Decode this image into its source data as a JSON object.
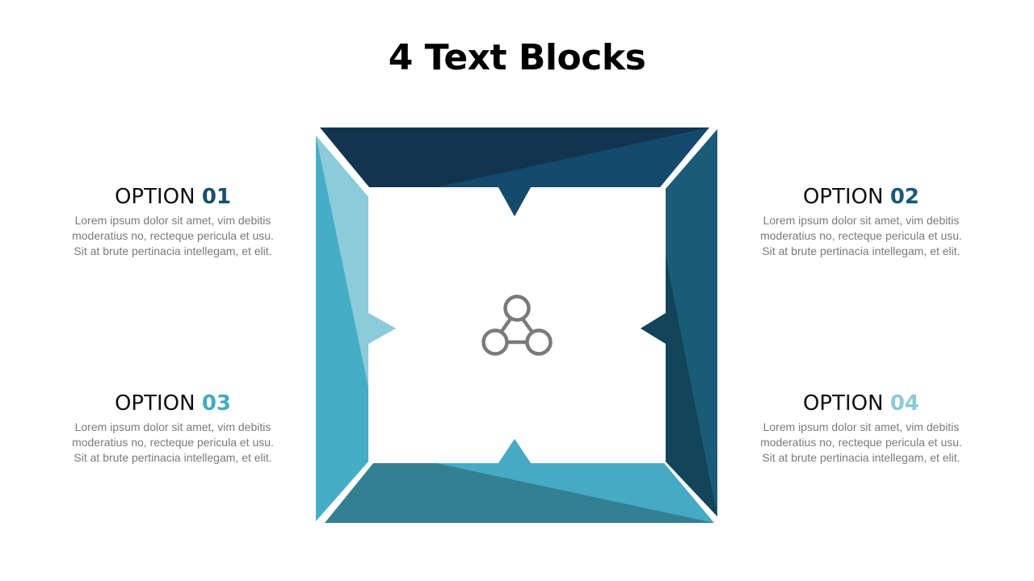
{
  "title": "4 Text Blocks",
  "colors": {
    "top_dark": "#12344f",
    "top_light": "#144a6b",
    "right_main": "#1a5c78",
    "right_dark": "#13445a",
    "bottom_main": "#348093",
    "bottom_light": "#45aac3",
    "left_main": "#45aec6",
    "left_light": "#8ccbd9",
    "icon": "#7a7a7a",
    "opt1": "#1c4f6e",
    "opt2": "#1d5a77",
    "opt3": "#45aac3",
    "opt4": "#8cc9d8"
  },
  "center_icon": "three-connected-circles-icon",
  "options": [
    {
      "label": "OPTION",
      "number": "01",
      "lines": [
        "Lorem ipsum dolor sit amet, vim debitis",
        "moderatius no, recteque pericula et usu.",
        "Sit at brute pertinacia intellegam, et elit."
      ]
    },
    {
      "label": "OPTION",
      "number": "02",
      "lines": [
        "Lorem ipsum dolor sit amet, vim debitis",
        "moderatius no, recteque pericula et usu.",
        "Sit at brute pertinacia intellegam, et elit."
      ]
    },
    {
      "label": "OPTION",
      "number": "03",
      "lines": [
        "Lorem ipsum dolor sit amet, vim debitis",
        "moderatius no, recteque pericula et usu.",
        "Sit at brute pertinacia intellegam, et elit."
      ]
    },
    {
      "label": "OPTION",
      "number": "04",
      "lines": [
        "Lorem ipsum dolor sit amet, vim debitis",
        "moderatius no, recteque pericula et usu.",
        "Sit at brute pertinacia intellegam, et elit."
      ]
    }
  ]
}
